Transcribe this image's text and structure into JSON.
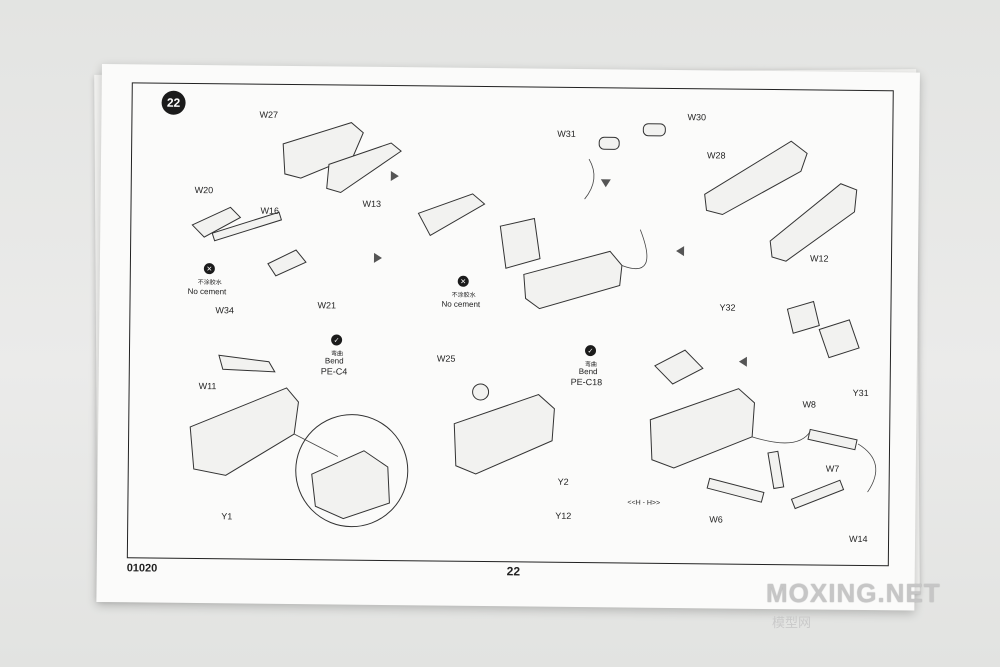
{
  "step_number": "22",
  "booklet_code": "01020",
  "page_number": "22",
  "watermark": {
    "brand": "MOXING.NET",
    "cn": "模型网"
  },
  "labels": {
    "W27": "W27",
    "W13": "W13",
    "W20": "W20",
    "W16": "W16",
    "W21": "W21",
    "W31": "W31",
    "W30": "W30",
    "W28": "W28",
    "W12": "W12",
    "W34": "W34",
    "W11": "W11",
    "Y1": "Y1",
    "W25": "W25",
    "Y2": "Y2",
    "Y12": "Y12",
    "Y32": "Y32",
    "Y31": "Y31",
    "W8": "W8",
    "W7": "W7",
    "W6": "W6",
    "W14": "W14"
  },
  "notes": {
    "no_cement_cn": "不涂胶水",
    "no_cement_en": "No cement",
    "bend_cn": "弯曲",
    "bend_en": "Bend",
    "pe_c4": "PE-C4",
    "pe_c18": "PE-C18",
    "section": "<<H - H>>"
  },
  "icons": {
    "step_badge": "circle-number",
    "no_cement": "no-glue-icon",
    "bend": "bend-check-icon"
  }
}
